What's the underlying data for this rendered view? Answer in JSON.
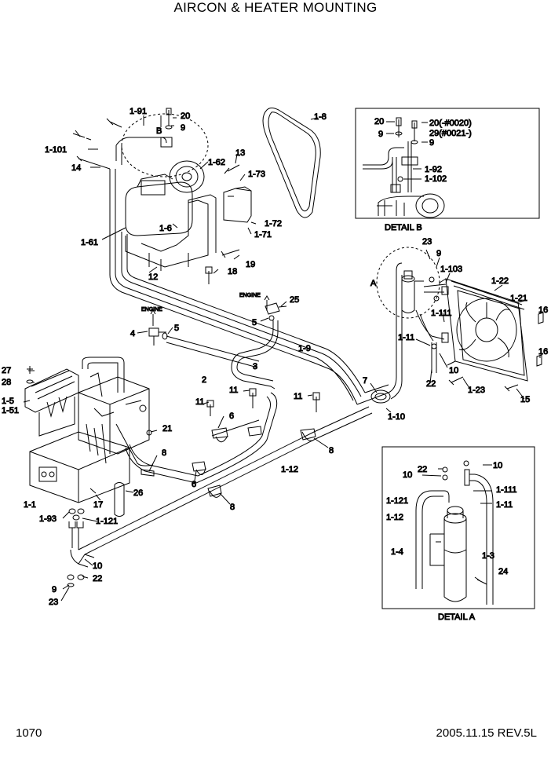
{
  "title": "AIRCON & HEATER MOUNTING",
  "page_number": "1070",
  "revision": "2005.11.15  REV.5L",
  "detail_b": {
    "caption": "DETAIL B",
    "labels": [
      "20",
      "20(-#0020)",
      "29(#0021-)",
      "9",
      "9",
      "1-92",
      "1-102"
    ]
  },
  "detail_a": {
    "caption": "DETAIL A",
    "labels": [
      "22",
      "10",
      "10",
      "1-111",
      "1-121",
      "1-11",
      "1-12",
      "1-4",
      "1-3",
      "24"
    ]
  },
  "callout_a": "A",
  "callout_b": "B",
  "engine_labels": [
    "ENGINE",
    "ENGINE"
  ],
  "part_labels": {
    "p1_91": "1-91",
    "p20": "20",
    "p9": "9",
    "p1_101": "1-101",
    "p14": "14",
    "p1_62": "1-62",
    "p13": "13",
    "p1_73": "1-73",
    "p1_8": "1-8",
    "p1_6": "1-6",
    "p1_61": "1-61",
    "p1_72": "1-72",
    "p1_71": "1-71",
    "p19": "19",
    "p18": "18",
    "p12": "12",
    "p25": "25",
    "p5a": "5",
    "p5b": "5",
    "p4": "4",
    "p1_9": "1-9",
    "p3": "3",
    "p2": "2",
    "p23": "23",
    "p9b": "9",
    "p1_103": "1-103",
    "p1_22": "1-22",
    "p1_21": "1-21",
    "p16a": "16",
    "p16b": "16",
    "p1_111": "1-111",
    "p1_11": "1-11",
    "p10": "10",
    "p22": "22",
    "p1_23": "1-23",
    "p15": "15",
    "p7": "7",
    "p1_10": "1-10",
    "p11a": "11",
    "p11b": "11",
    "p11c": "11",
    "p6a": "6",
    "p6b": "6",
    "p21": "21",
    "p8a": "8",
    "p8b": "8",
    "p8c": "8",
    "p1_12": "1-12",
    "p27": "27",
    "p28": "28",
    "p1_5": "1-5",
    "p1_51": "1-51",
    "p1_1": "1-1",
    "p17": "17",
    "p26": "26",
    "p1_93": "1-93",
    "p1_121": "1-121",
    "p10b": "10",
    "p9c": "9",
    "p22b": "22",
    "p23b": "23"
  }
}
